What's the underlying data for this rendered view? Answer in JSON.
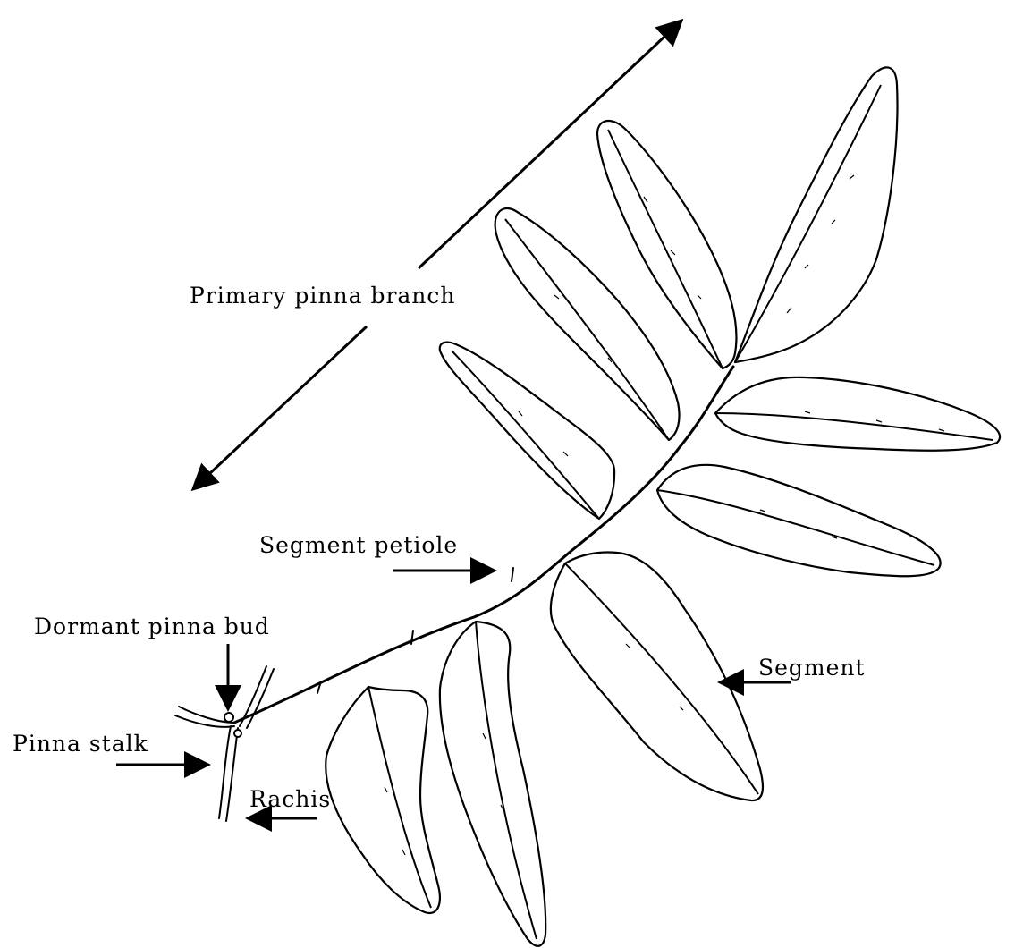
{
  "labels": {
    "primary_pinna_branch": "Primary pinna branch",
    "segment_petiole": "Segment petiole",
    "dormant_pinna_bud": "Dormant pinna bud",
    "pinna_stalk": "Pinna stalk",
    "rachis": "Rachis",
    "segment": "Segment"
  },
  "colors": {
    "ink": "#000000",
    "paper": "#ffffff"
  }
}
